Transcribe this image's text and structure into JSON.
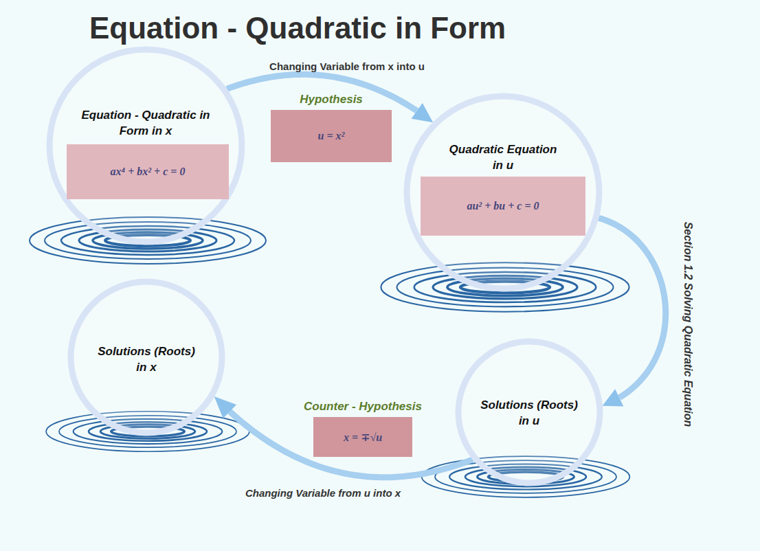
{
  "diagram": {
    "title": "Equation - Quadratic in Form",
    "nodes": [
      {
        "text": [
          "Equation - Quadratic in Form in x"
        ]
      },
      {
        "text": [
          "ax⁴ + bx² + c = 0"
        ],
        "in": 0
      },
      {
        "text": [
          "Hypothesis",
          "u = x²"
        ]
      },
      {
        "text": [
          "Quadratic Equation in u"
        ]
      },
      {
        "text": [
          "au² + bu + c = 0"
        ],
        "in": 3
      },
      {
        "text": [
          "Solutions (Roots) in u"
        ]
      },
      {
        "text": [
          "Counter - Hypothesis",
          "x = ∓√u"
        ]
      },
      {
        "text": [
          "Solutions (Roots) in x"
        ]
      }
    ],
    "edges": [
      {
        "from": 0,
        "to": 3,
        "arrow": "to",
        "label": "Changing Variable from x into u"
      },
      {
        "from": 3,
        "to": 5,
        "arrow": "to",
        "label": "Section 1.2 Solving Quadratic Equation"
      },
      {
        "from": 5,
        "to": 7,
        "arrow": "to",
        "label": "Changing Variable from u into x"
      }
    ]
  }
}
